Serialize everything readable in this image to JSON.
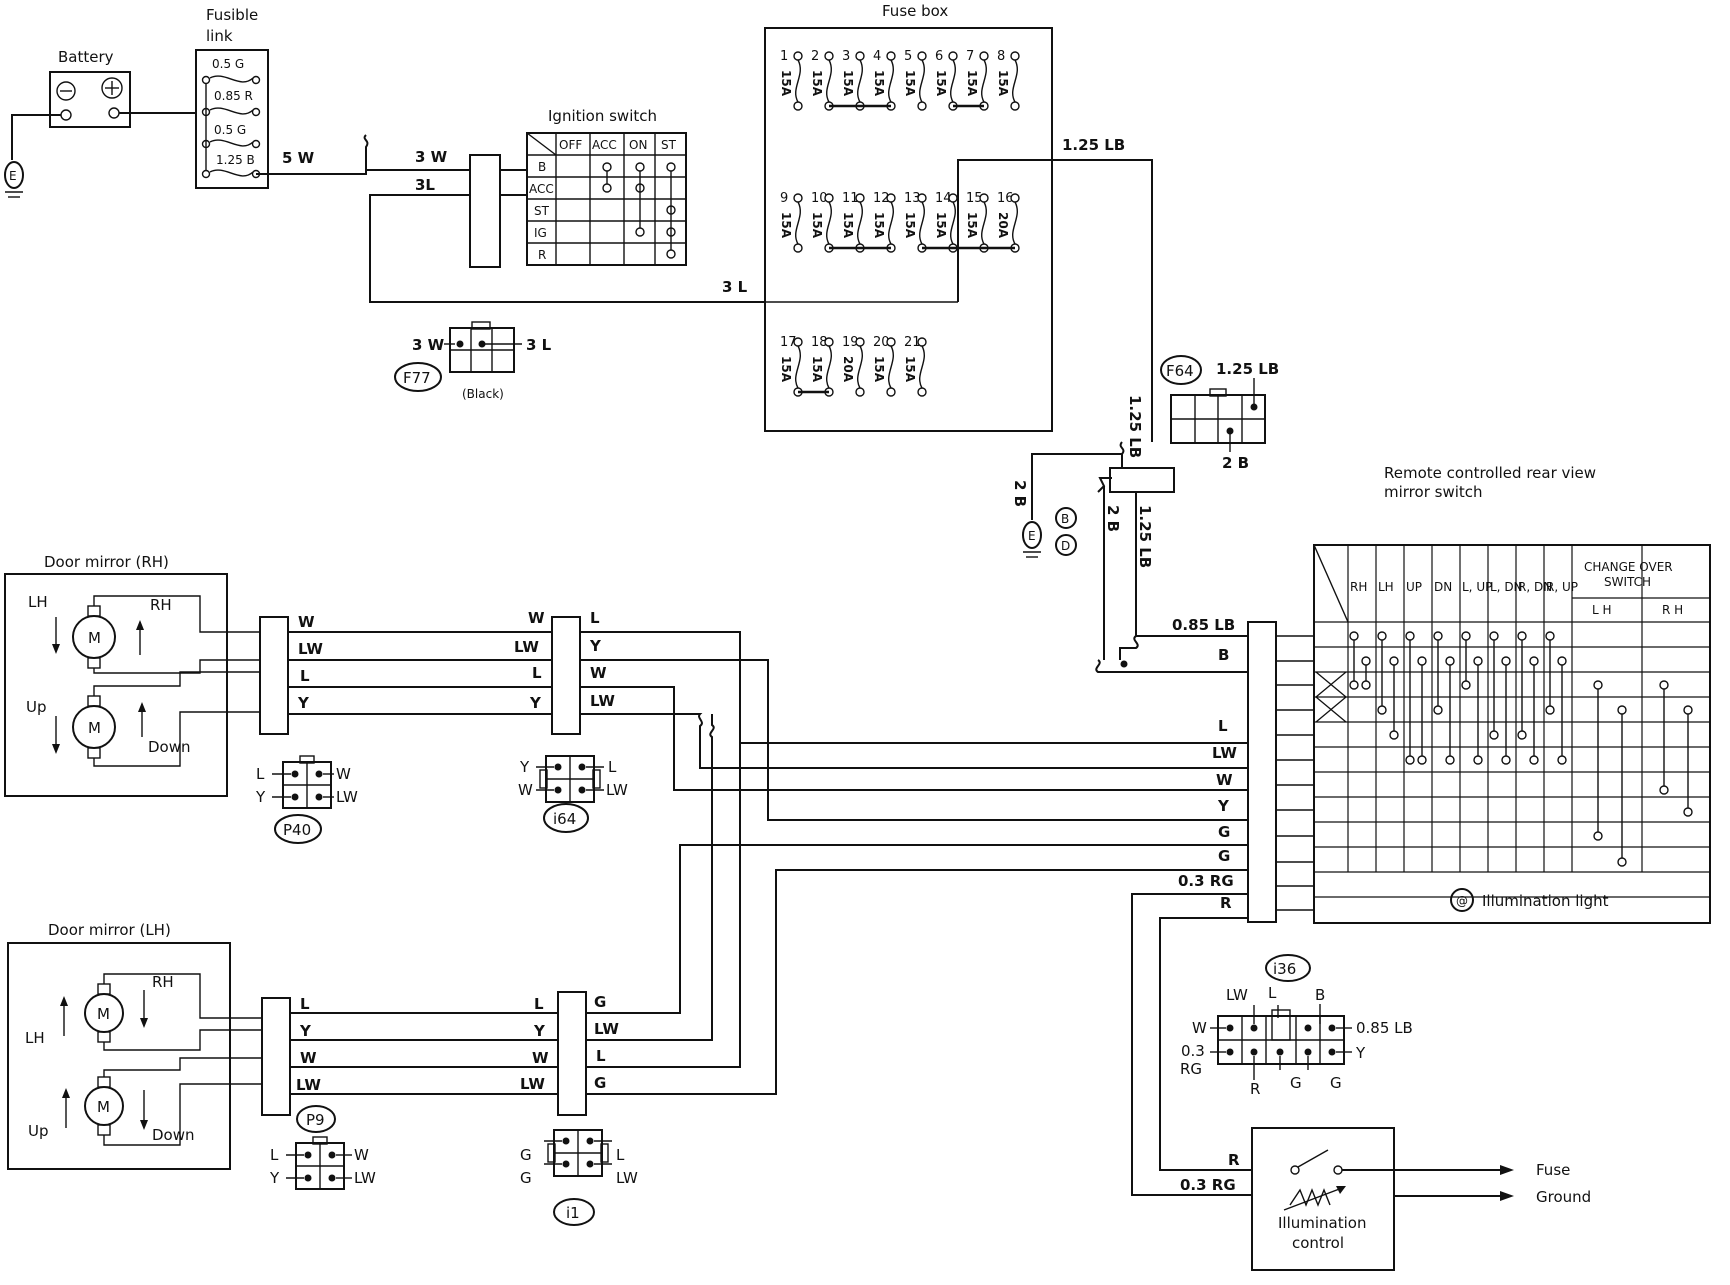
{
  "battery": {
    "label": "Battery"
  },
  "fusible_link": {
    "label_line1": "Fusible",
    "label_line2": "link",
    "ratings": [
      "0.5 G",
      "0.85 R",
      "0.5 G",
      "1.25 B"
    ]
  },
  "fuse_box": {
    "label": "Fuse box",
    "fuses": [
      {
        "n": "1",
        "a": "15A"
      },
      {
        "n": "2",
        "a": "15A"
      },
      {
        "n": "3",
        "a": "15A"
      },
      {
        "n": "4",
        "a": "15A"
      },
      {
        "n": "5",
        "a": "15A"
      },
      {
        "n": "6",
        "a": "15A"
      },
      {
        "n": "7",
        "a": "15A"
      },
      {
        "n": "8",
        "a": "15A"
      },
      {
        "n": "9",
        "a": "15A"
      },
      {
        "n": "10",
        "a": "15A"
      },
      {
        "n": "11",
        "a": "15A"
      },
      {
        "n": "12",
        "a": "15A"
      },
      {
        "n": "13",
        "a": "15A"
      },
      {
        "n": "14",
        "a": "15A"
      },
      {
        "n": "15",
        "a": "15A"
      },
      {
        "n": "16",
        "a": "20A"
      },
      {
        "n": "17",
        "a": "15A"
      },
      {
        "n": "18",
        "a": "15A"
      },
      {
        "n": "19",
        "a": "20A"
      },
      {
        "n": "20",
        "a": "15A"
      },
      {
        "n": "21",
        "a": "15A"
      }
    ]
  },
  "ignition_switch": {
    "label": "Ignition switch",
    "columns": [
      "OFF",
      "ACC",
      "ON",
      "ST"
    ],
    "rows": [
      "B",
      "ACC",
      "ST",
      "IG",
      "R"
    ]
  },
  "wires": {
    "w5W": "5 W",
    "w3W": "3 W",
    "w3L": "3L",
    "w3L_bottom": "3 L",
    "w125LB_top": "1.25 LB",
    "w125LB_v1": "1.25 LB",
    "w125LB_v2": "1.25 LB",
    "w2B_a": "2 B",
    "w2B_b": "2 B",
    "w085LB": "0.85 LB",
    "wB": "B",
    "L": "L",
    "LW": "LW",
    "W": "W",
    "Y": "Y",
    "G1": "G",
    "G2": "G",
    "w03RG": "0.3 RG",
    "R": "R",
    "R2": "R",
    "w03RG2": "0.3 RG"
  },
  "connectors": {
    "F77": {
      "id": "F77",
      "note": "(Black)",
      "left": "3 W",
      "right": "3 L"
    },
    "F64": {
      "id": "F64",
      "top": "1.25 LB",
      "bottom": "2 B"
    },
    "P40": {
      "id": "P40",
      "tl": "L",
      "tr": "W",
      "bl": "Y",
      "br": "LW"
    },
    "i64": {
      "id": "i64",
      "tl": "Y",
      "tr": "L",
      "bl": "W",
      "br": "LW"
    },
    "P9": {
      "id": "P9",
      "tl": "L",
      "tr": "W",
      "bl": "Y",
      "br": "LW"
    },
    "i1": {
      "id": "i1",
      "tl": "G",
      "tr": "L",
      "bl": "G",
      "br": "LW"
    },
    "i36": {
      "id": "i36",
      "LW": "LW",
      "L": "L",
      "B": "B",
      "W": "W",
      "RG1": "0.3",
      "RG2": "RG",
      "LB": "0.85 LB",
      "Y": "Y",
      "R": "R",
      "G1": "G",
      "G2": "G"
    }
  },
  "grounds": {
    "g1": "E",
    "g2": "E",
    "bd1": "B",
    "bd2": "D"
  },
  "door_mirror_rh": {
    "label": "Door mirror (RH)",
    "lh": "LH",
    "rh": "RH",
    "up": "Up",
    "down": "Down",
    "motor": "M",
    "left_wires": [
      "W",
      "LW",
      "L",
      "Y"
    ],
    "right_wires": [
      "W",
      "LW",
      "L",
      "Y"
    ],
    "out_wires": [
      "L",
      "Y",
      "W",
      "LW"
    ]
  },
  "door_mirror_lh": {
    "label": "Door mirror (LH)",
    "lh": "LH",
    "rh": "RH",
    "up": "Up",
    "down": "Down",
    "motor": "M",
    "left_wires": [
      "L",
      "Y",
      "W",
      "LW"
    ],
    "right_wires": [
      "L",
      "Y",
      "W",
      "LW"
    ],
    "out_wires": [
      "G",
      "LW",
      "L",
      "G"
    ]
  },
  "mirror_switch": {
    "label_line1": "Remote controlled rear view",
    "label_line2": "mirror switch",
    "columns": [
      "RH",
      "LH",
      "UP",
      "DN",
      "L, UP",
      "L, DN",
      "R, DN",
      "R, UP"
    ],
    "change_over_line1": "CHANGE OVER",
    "change_over_line2": "SWITCH",
    "co_lh": "L H",
    "co_rh": "R H",
    "illumination_light": "Illumination light"
  },
  "illumination_control": {
    "line1": "Illumination",
    "line2": "control",
    "fuse": "Fuse",
    "ground": "Ground"
  }
}
